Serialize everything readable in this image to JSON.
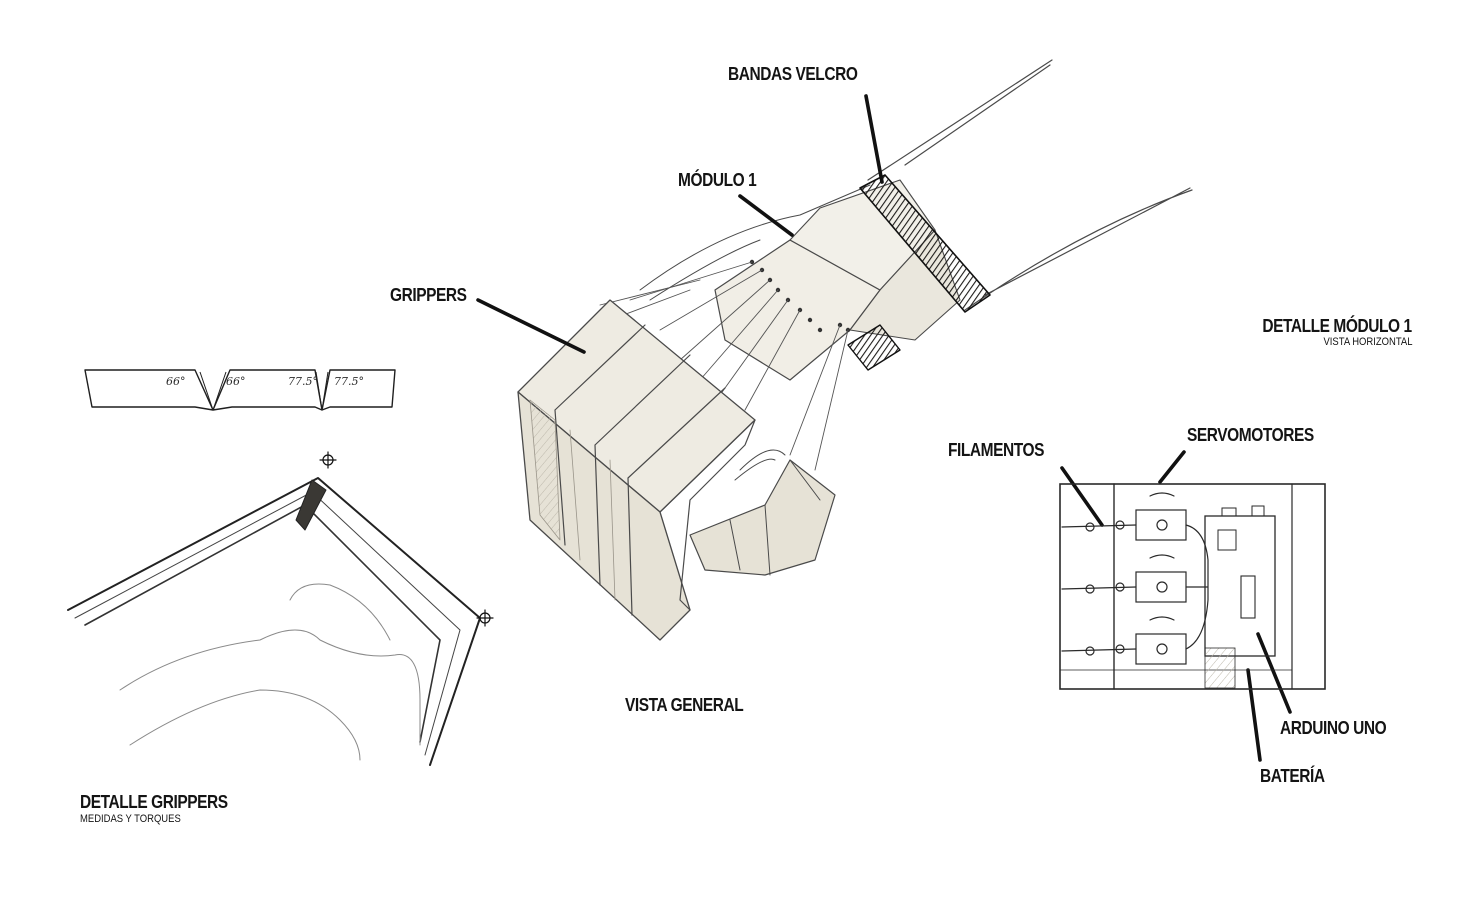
{
  "labels": {
    "bandas_velcro": "BANDAS VELCRO",
    "modulo_1": "MÓDULO 1",
    "grippers": "GRIPPERS",
    "vista_general": "VISTA GENERAL",
    "detalle_modulo_title": "DETALLE MÓDULO 1",
    "detalle_modulo_subtitle": "VISTA HORIZONTAL",
    "filamentos": "FILAMENTOS",
    "servomotores": "SERVOMOTORES",
    "arduino_uno": "ARDUINO UNO",
    "bateria": "BATERÍA",
    "detalle_grippers_title": "DETALLE GRIPPERS",
    "detalle_grippers_subtitle": "MEDIDAS Y TORQUES"
  },
  "angles": [
    "66°",
    "66°",
    "77.5°",
    "77.5°"
  ],
  "colors": {
    "ink": "#1a1a1a",
    "pencil": "#555555",
    "gripper_fill": "#e6e2d6",
    "module_fill": "#ece8dd",
    "velcro_fill": "#3a3834"
  }
}
